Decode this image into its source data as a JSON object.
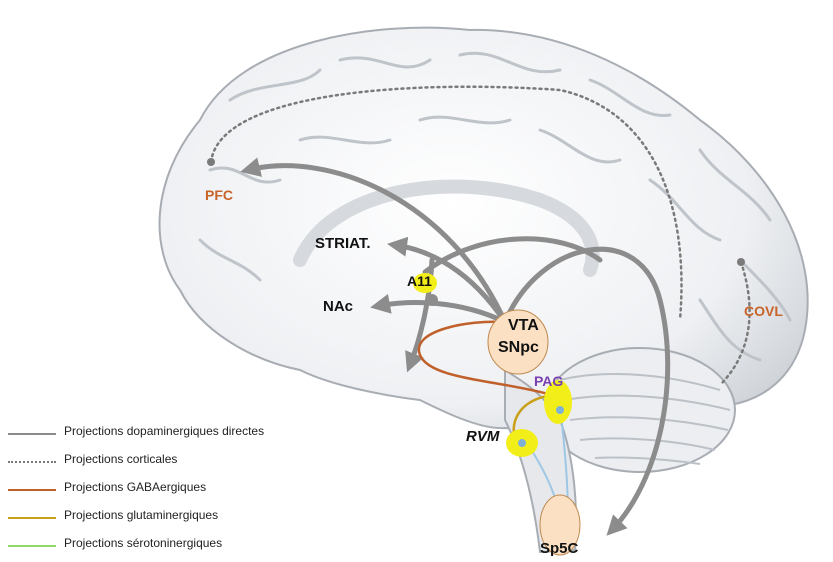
{
  "colors": {
    "dopaminergic": "#8c8c8c",
    "cortical": "#7a7a7a",
    "gaba": "#c0602a",
    "glutamate": "#c9a018",
    "serotonin": "#8fd86a",
    "cortex_label": "#c8642a",
    "pag_label": "#7a3fb0",
    "nucleus_yellow": "#f2ee1a",
    "nucleus_peach": "#fbe0c4"
  },
  "regions": {
    "pfc": "PFC",
    "covl": "COVL",
    "striatum": "STRIAT.",
    "a11": "A11",
    "nac": "NAc",
    "vta": "VTA",
    "snpc": "SNpc",
    "pag": "PAG",
    "rvm": "RVM",
    "sp5c": "Sp5C"
  },
  "legend": [
    {
      "label": "Projections dopaminergiques directes",
      "style": "solid",
      "color_key": "dopaminergic"
    },
    {
      "label": "Projections corticales",
      "style": "dotted",
      "color_key": "cortical"
    },
    {
      "label": "Projections GABAergiques",
      "style": "solid",
      "color_key": "gaba"
    },
    {
      "label": "Projections glutaminergiques",
      "style": "solid",
      "color_key": "glutamate"
    },
    {
      "label": "Projections sérotoninergiques",
      "style": "solid",
      "color_key": "serotonin"
    }
  ]
}
